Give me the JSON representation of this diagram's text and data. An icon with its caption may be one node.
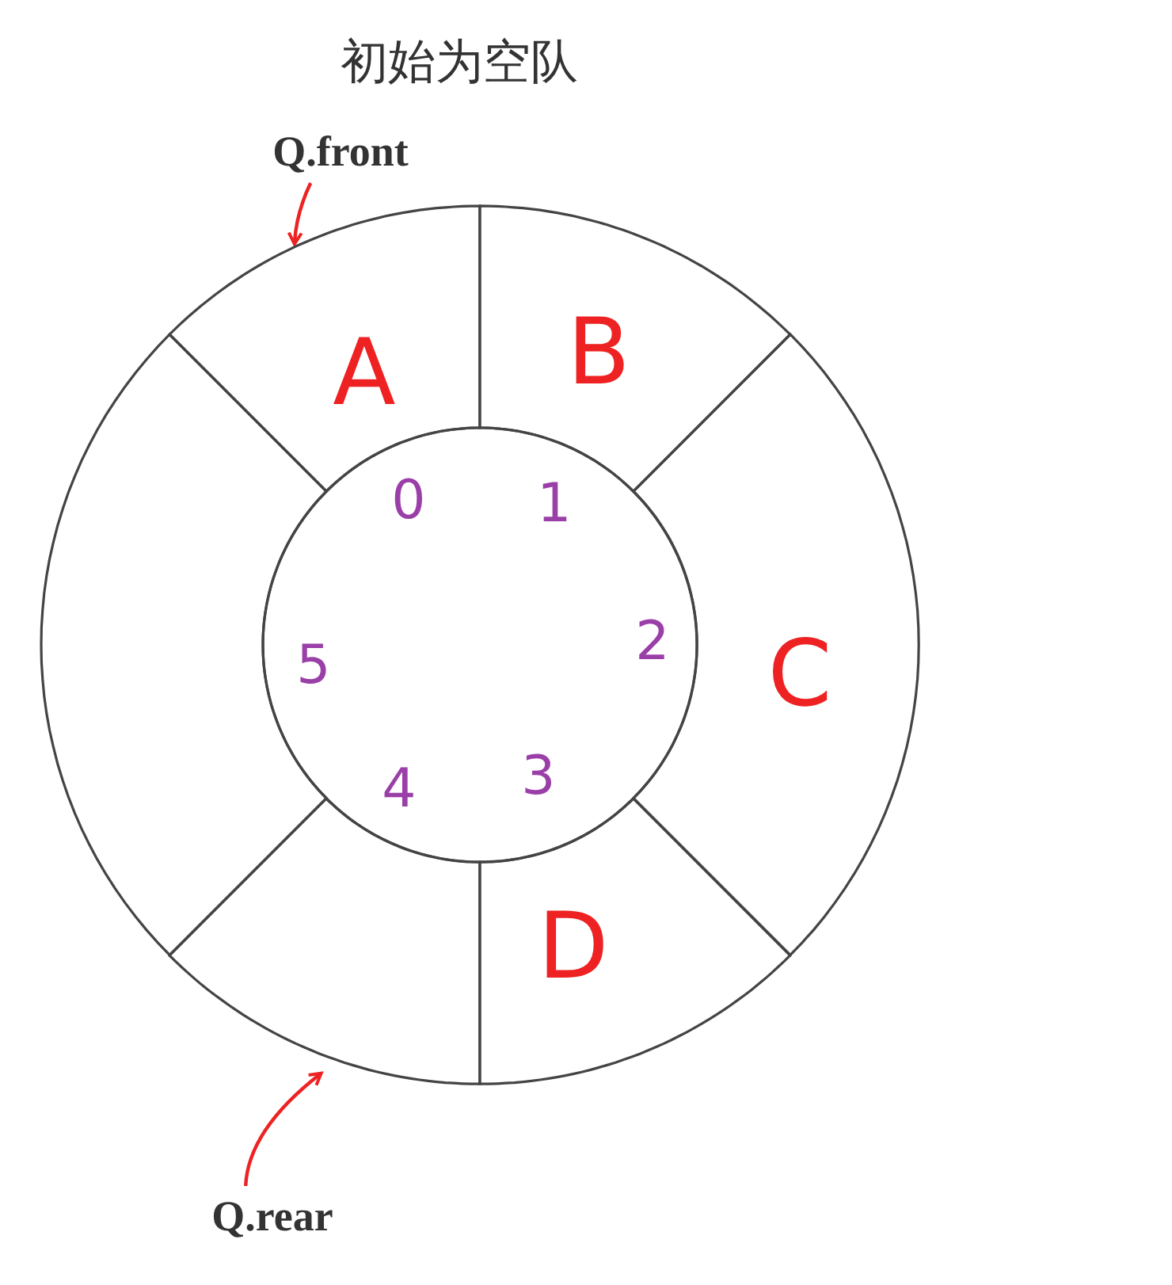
{
  "diagram": {
    "title": "初始为空队",
    "nodes": [
      {
        "text": [
          "Q.front"
        ]
      },
      {
        "text": [
          "Q.rear"
        ]
      },
      {
        "text": [
          "A"
        ]
      },
      {
        "text": [
          "B"
        ]
      },
      {
        "text": [
          "C"
        ]
      },
      {
        "text": [
          "D"
        ]
      },
      {
        "text": [],
        "shape": "box"
      },
      {
        "text": [],
        "shape": "box"
      }
    ],
    "edges": [
      {
        "from": 0,
        "to": 2,
        "arrow": "to",
        "color": "#ee2222"
      },
      {
        "from": 1,
        "to": 6,
        "arrow": "to",
        "color": "#ee2222"
      }
    ],
    "labels": [
      "0",
      "1",
      "2",
      "3",
      "4",
      "5"
    ]
  }
}
